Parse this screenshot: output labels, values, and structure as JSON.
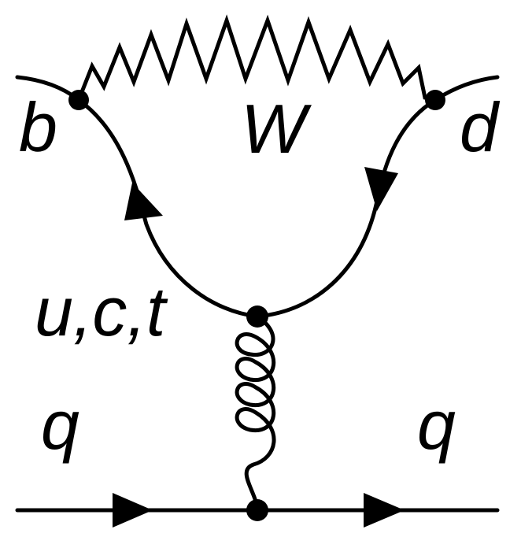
{
  "labels": {
    "b": "b",
    "d": "d",
    "w": "W",
    "quarks": "u,c,t",
    "q_left": "q",
    "q_right": "q"
  },
  "colors": {
    "ink": "#000000",
    "background": "#ffffff"
  }
}
